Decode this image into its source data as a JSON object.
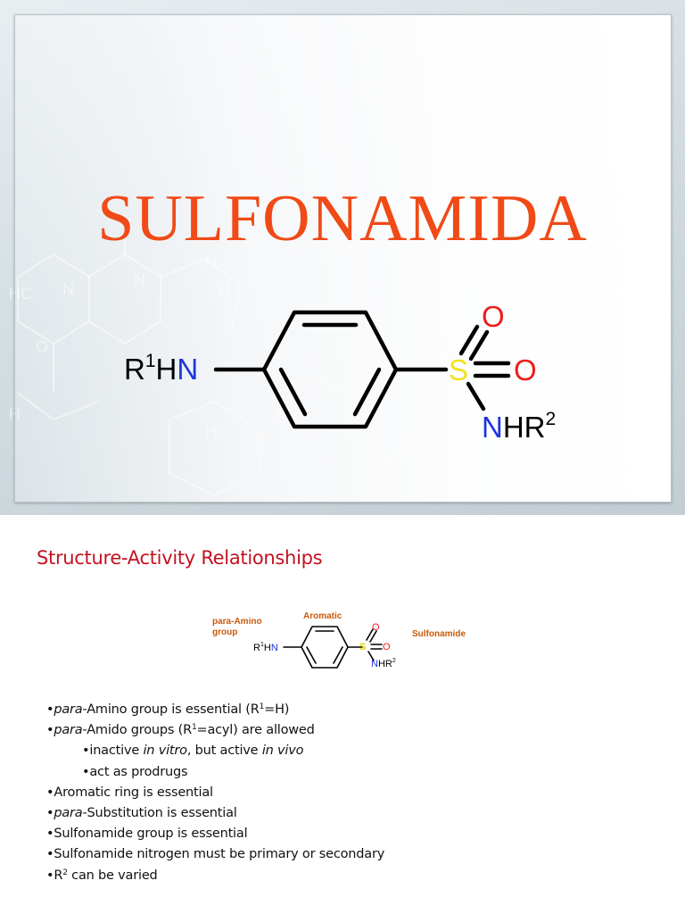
{
  "slide1": {
    "title": "SULFONAMIDA",
    "molecule": {
      "r1": "R",
      "r1_sup": "1",
      "h": "H",
      "n_amine": "N",
      "s": "S",
      "o_top": "O",
      "o_right": "O",
      "n_amide": "N",
      "hr": "HR",
      "r2_sup": "2"
    }
  },
  "slide2": {
    "title": "Structure-Activity Relationships",
    "diagram": {
      "label_para_amino": "para-Amino",
      "label_group": "group",
      "label_aromatic": "Aromatic",
      "label_sulfonamide": "Sulfonamide",
      "r1": "R",
      "r1_sup": "1",
      "h": "H",
      "n_amine": "N",
      "s": "S",
      "o_top": "O",
      "o_right": "O",
      "n_amide": "N",
      "hr": "HR",
      "r2_sup": "2"
    },
    "bullets": [
      {
        "bullet": "•",
        "italic": "para",
        "text": "-Amino group is essential (R",
        "sup": "1",
        "text2": "=H)"
      },
      {
        "bullet": "•",
        "italic": "para",
        "text": "-Amido groups (R",
        "sup": "1",
        "text2": "=acyl) are allowed"
      },
      {
        "bullet": "•",
        "t1": "inactive ",
        "i1": "in vitro",
        "t2": ", but active ",
        "i2": "in vivo"
      },
      {
        "bullet": "•",
        "text": "act as prodrugs"
      },
      {
        "bullet": "•",
        "text": "Aromatic ring is essential"
      },
      {
        "bullet": "•",
        "italic": "para",
        "text": "-Substitution is essential"
      },
      {
        "bullet": "•",
        "text": "Sulfonamide group is essential"
      },
      {
        "bullet": "•",
        "text": "Sulfonamide nitrogen must be primary or secondary"
      },
      {
        "bullet": "•",
        "text": "R",
        "sup": "2",
        "text2": " can be varied"
      }
    ]
  },
  "colors": {
    "title_orange": "#f04a17",
    "title_red": "#c1121f",
    "nitrogen_blue": "#1d35e0",
    "oxygen_red": "#ee1c1c",
    "sulfur_yellow": "#f2e21b",
    "label_orange": "#c85a0a"
  }
}
